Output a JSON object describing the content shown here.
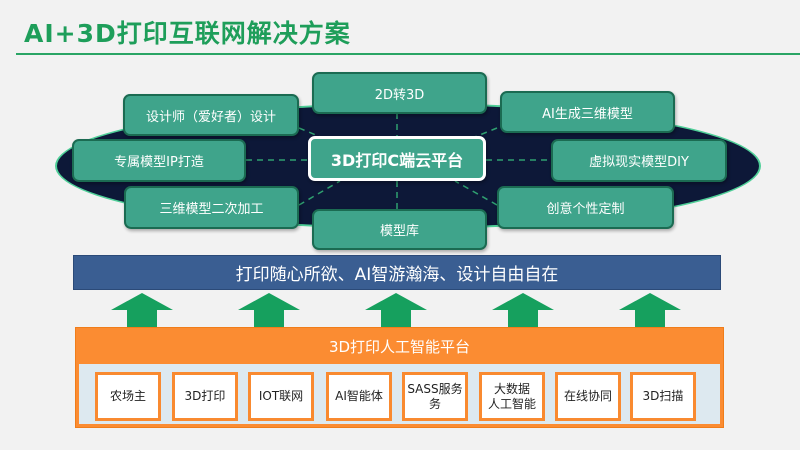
{
  "title": "AI+3D打印互联网解决方案",
  "center": "3D打印C端云平台",
  "nodes": {
    "top": "2D转3D",
    "top_left": "设计师（爱好者）设计",
    "top_right": "AI生成三维模型",
    "left": "专属模型IP打造",
    "right": "虚拟现实模型DIY",
    "bottom_left": "三维模型二次加工",
    "bottom_right": "创意个性定制",
    "bottom": "模型库"
  },
  "banner": "打印随心所欲、AI智游瀚海、设计自由自在",
  "platform": {
    "title": "3D打印人工智能平台",
    "items": [
      "农场主",
      "3D打印",
      "IOT联网",
      "AI智能体",
      "SASS服务\n务",
      "大数据\n人工智能",
      "在线协同",
      "3D扫描"
    ]
  },
  "colors": {
    "green": "#1e9e5a",
    "node": "#3fa48b",
    "ellipse": "#0d1838",
    "banner": "#3a5e92",
    "orange": "#fb8c32"
  }
}
